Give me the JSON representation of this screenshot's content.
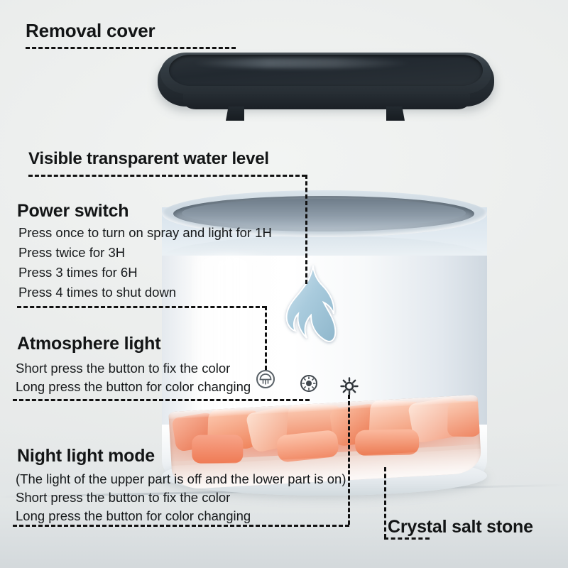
{
  "product": {
    "name": "Flame salt stone aroma humidifier",
    "background_color": "#edefee"
  },
  "annotations": [
    {
      "id": "removal-cover",
      "title": "Removal cover",
      "lines": []
    },
    {
      "id": "water-level",
      "title": "Visible transparent water level",
      "lines": []
    },
    {
      "id": "power-switch",
      "title": "Power switch",
      "lines": [
        "Press once to turn on spray and light for 1H",
        "Press twice for 3H",
        "Press 3 times for 6H",
        "Press 4 times to shut down"
      ]
    },
    {
      "id": "atmosphere-light",
      "title": "Atmosphere light",
      "lines": [
        "Short press the button to fix the color",
        "Long press the button for color changing"
      ]
    },
    {
      "id": "night-light-mode",
      "title": "Night light mode",
      "lines": [
        "(The light of the upper part is off and the lower part is on)",
        "Short press the button to fix the color",
        "Long press the button for color changing"
      ]
    },
    {
      "id": "crystal-salt-stone",
      "title": "Crystal salt stone",
      "lines": []
    }
  ],
  "labels": {
    "removal_cover": "Removal cover",
    "water_level": "Visible transparent water level",
    "power_switch": "Power switch",
    "power_line_1": "Press once to turn on spray and light for 1H",
    "power_line_2": "Press twice for 3H",
    "power_line_3": "Press 3 times for 6H",
    "power_line_4": "Press 4 times to shut down",
    "atmosphere_light": "Atmosphere light",
    "atmosphere_line_1": "Short press the button to fix the color",
    "atmosphere_line_2": "Long press the button for color changing",
    "night_light_mode": "Night light mode",
    "night_line_1": "(The light of the upper part is off and the lower part is on)",
    "night_line_2": "Short press the button to fix the color",
    "night_line_3": "Long press the button for color changing",
    "crystal_salt_stone": "Crystal salt stone"
  },
  "device_parts": {
    "lid_color": "#262d33",
    "body_color": "#ffffff",
    "flame_color": "#a8cadd",
    "salt_stone_color": "#f0a089",
    "rim_color": "#cdd8e1"
  },
  "controls": [
    {
      "id": "spray-button",
      "icon": "spray-icon",
      "label": ""
    },
    {
      "id": "atmosphere-light-button",
      "icon": "light-ring-icon",
      "label": ""
    },
    {
      "id": "night-light-button",
      "icon": "sun-icon",
      "label": ""
    }
  ]
}
